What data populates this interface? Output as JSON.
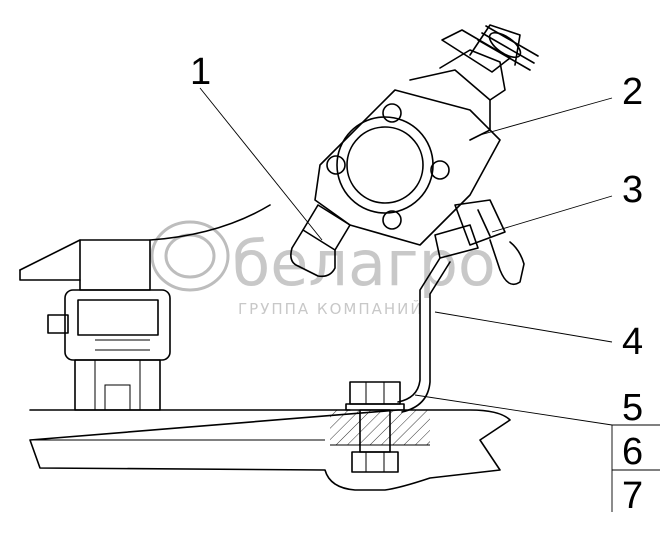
{
  "callouts": [
    {
      "label": "1",
      "target": "pipe-fitting-left"
    },
    {
      "label": "2",
      "target": "valve-body"
    },
    {
      "label": "3",
      "target": "flange-fitting-right"
    },
    {
      "label": "4",
      "target": "bent-pipe"
    },
    {
      "label": "5",
      "target": "bolt-head"
    },
    {
      "label": "6",
      "target": "washer"
    },
    {
      "label": "7",
      "target": "nut"
    }
  ],
  "watermark": {
    "logo_text": "белагро",
    "tagline": "ГРУППА КОМПАНИЙ",
    "color": "#c8c8c8"
  },
  "colors": {
    "line": "#000000",
    "background": "#ffffff"
  }
}
